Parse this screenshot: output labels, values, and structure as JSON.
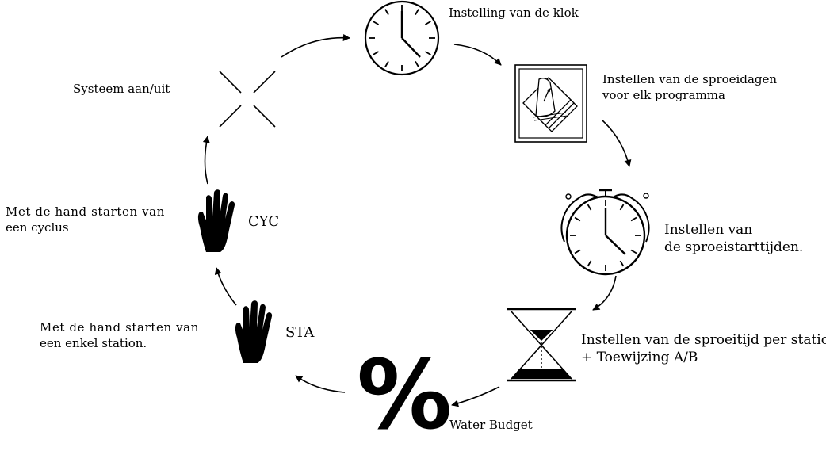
{
  "steps": {
    "clock": {
      "label": "Instelling van de klok",
      "icon": "wall-clock-icon"
    },
    "days": {
      "line1": "Instellen van de sproeidagen",
      "line2": "voor elk programma",
      "icon": "calendar-pages-icon"
    },
    "start_times": {
      "line1": "Instellen van",
      "line2": "de sproeistarttijden.",
      "icon": "alarm-clock-icon"
    },
    "run_time": {
      "line1": "Instellen van de sproeitijd per station",
      "line2": "+ Toewijzing A/B",
      "icon": "hourglass-icon"
    },
    "water_budget": {
      "label": "Water Budget",
      "symbol": "%",
      "icon": "percent-icon"
    },
    "manual_station": {
      "line1": "Met de hand starten van",
      "line2": "een enkel station.",
      "tag": "STA",
      "icon": "hand-icon"
    },
    "manual_cycle": {
      "line1": "Met de hand starten van",
      "line2": "een cyclus",
      "tag": "CYC",
      "icon": "hand-icon"
    },
    "system_onoff": {
      "label": "Systeem aan/uit",
      "icon": "off-cross-icon"
    }
  },
  "colors": {
    "ink": "#000000",
    "background": "#ffffff"
  }
}
